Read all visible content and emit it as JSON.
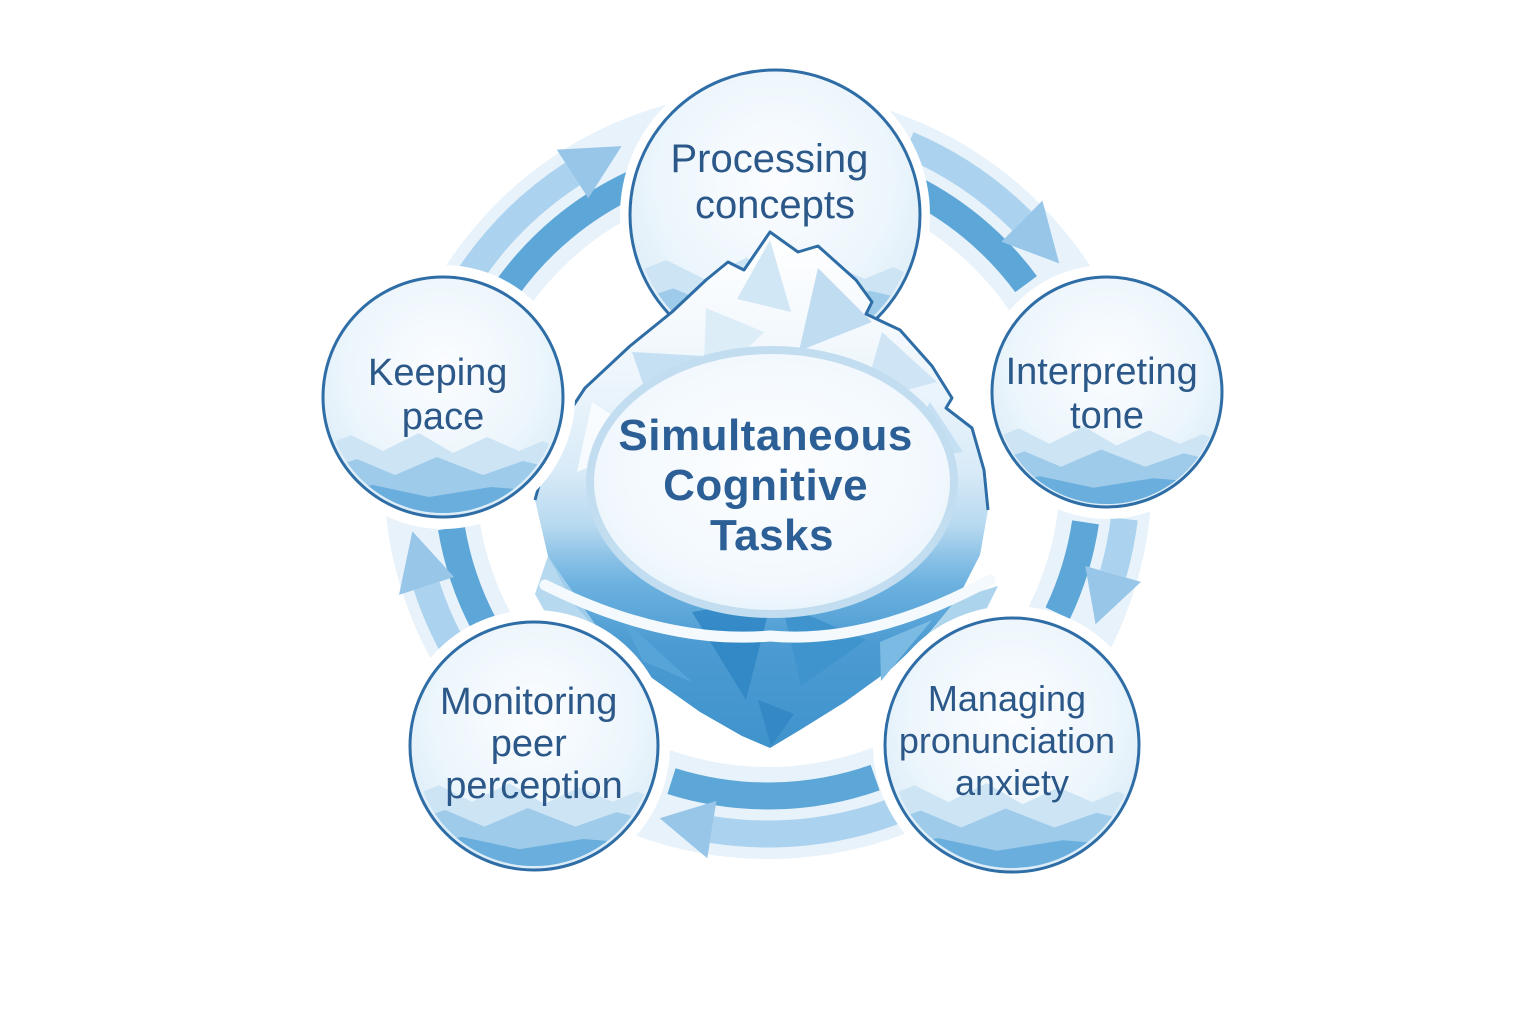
{
  "diagram": {
    "type": "cycle",
    "direction": "clockwise",
    "center_motif": "iceberg",
    "title": {
      "text": "Simultaneous Cognitive Tasks",
      "lines": [
        "Simultaneous",
        "Cognitive",
        "Tasks"
      ]
    },
    "nodes": [
      {
        "id": "processing-concepts",
        "position": "top",
        "label": "Processing concepts",
        "lines": [
          "Processing",
          "concepts"
        ]
      },
      {
        "id": "interpreting-tone",
        "position": "right",
        "label": "Interpreting tone",
        "lines": [
          "Interpreting",
          "tone"
        ]
      },
      {
        "id": "managing-pronunciation-anxiety",
        "position": "bottom-right",
        "label": "Managing pronunciation anxiety",
        "lines": [
          "Managing",
          "pronunciation",
          "anxiety"
        ]
      },
      {
        "id": "monitoring-peer-perception",
        "position": "bottom-left",
        "label": "Monitoring peer perception",
        "lines": [
          "Monitoring",
          "peer",
          "perception"
        ]
      },
      {
        "id": "keeping-pace",
        "position": "left",
        "label": "Keeping pace",
        "lines": [
          "Keeping",
          "pace"
        ]
      }
    ],
    "colors": {
      "background": "#ffffff",
      "node_border": "#2e6da6",
      "node_text": "#2b5888",
      "title_text": "#2c5f95",
      "arc_light": "#abd2ee",
      "arc_dark": "#5ca6d8",
      "arrowhead": "#97c6e9",
      "iceberg_outline": "#2e6da6",
      "iceberg_deep_blue": "#3f93cc"
    }
  }
}
